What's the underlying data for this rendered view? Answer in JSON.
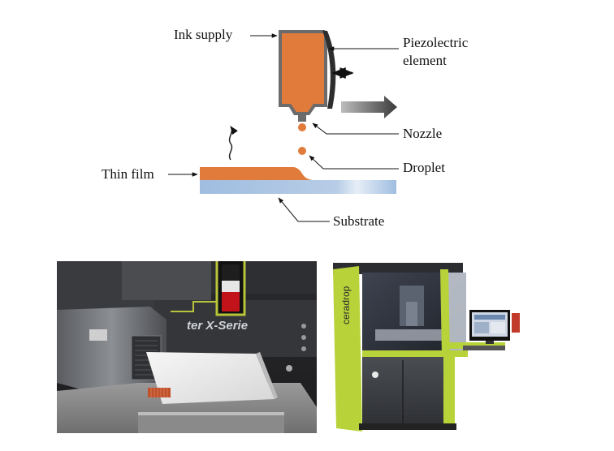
{
  "diagram": {
    "labels": {
      "ink_supply": "Ink supply",
      "piezo_line1": "Piezolectric",
      "piezo_line2": "element",
      "nozzle": "Nozzle",
      "droplet": "Droplet",
      "thin_film": "Thin film",
      "substrate": "Substrate"
    },
    "colors": {
      "ink": "#e07b3c",
      "substrate": "#9fbde0",
      "housing": "#4a4a4a",
      "arrow": "#555555"
    }
  },
  "photos": {
    "left": {
      "machine_text": "ter X-Serie"
    },
    "right": {
      "brand_text": "ceradrop",
      "colors": {
        "accent": "#b8d23a",
        "body": "#3c3f44"
      }
    }
  }
}
